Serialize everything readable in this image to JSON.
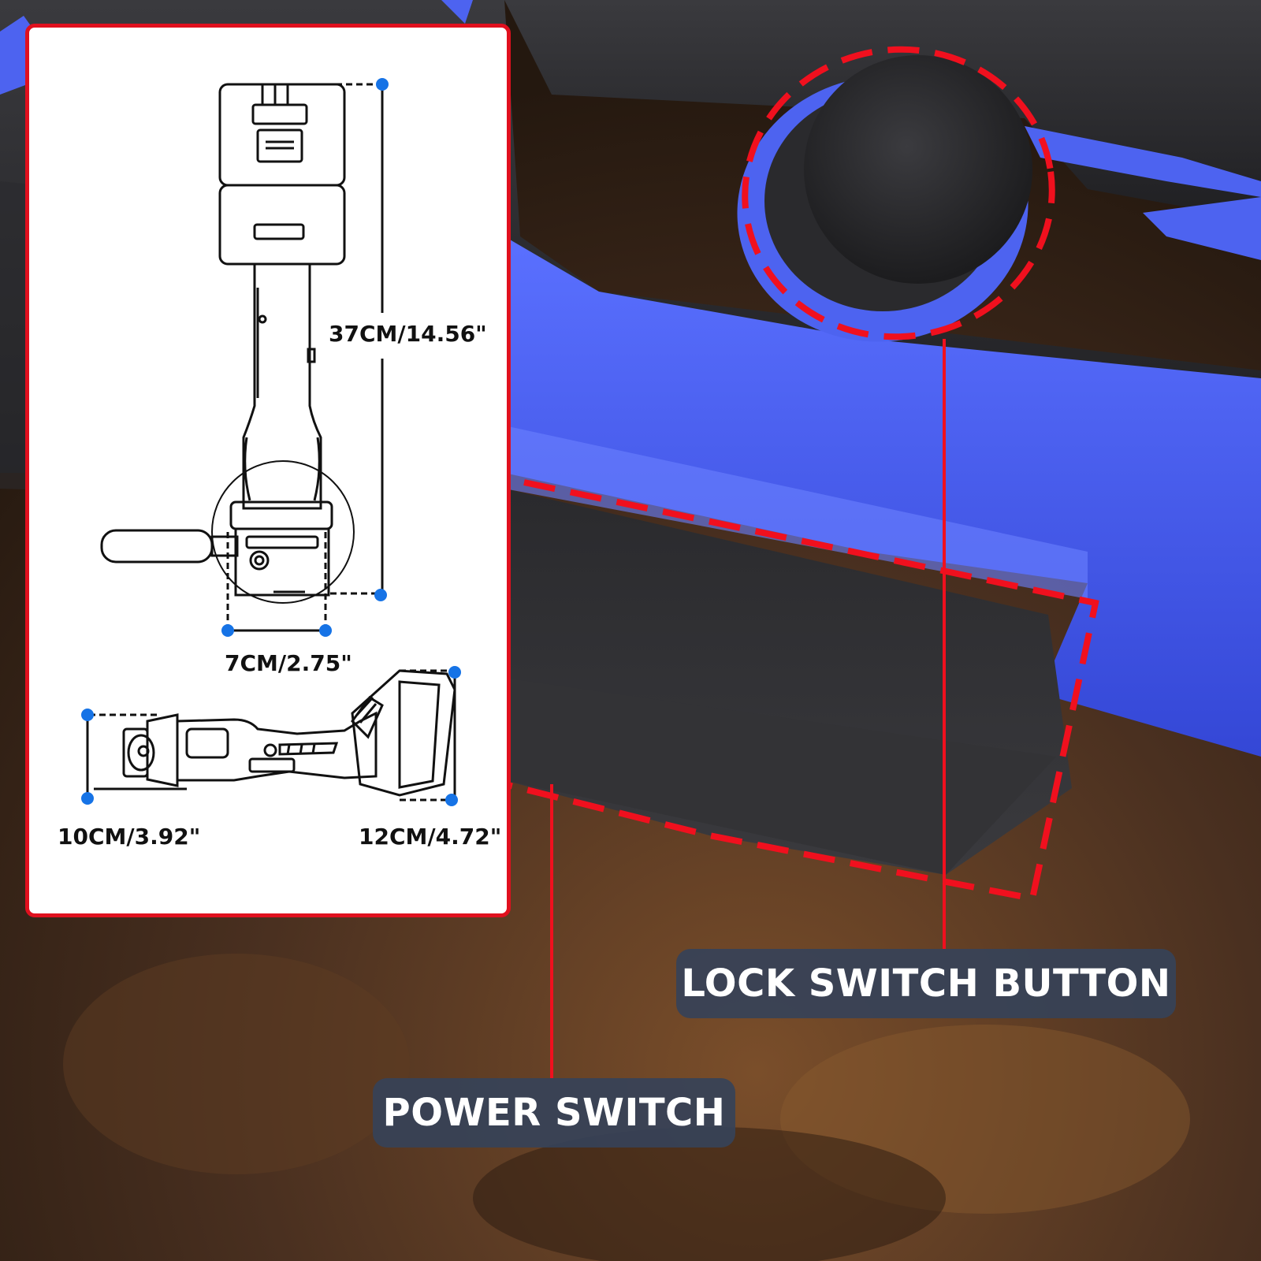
{
  "callouts": {
    "lock_switch": "LOCK SWITCH BUTTON",
    "power_switch": "POWER SWITCH"
  },
  "dimensions": {
    "height": "37CM/14.56\"",
    "width": "7CM/2.75\"",
    "front_length": "10CM/3.92\"",
    "back_length": "12CM/4.72\""
  },
  "colors": {
    "tool_blue": "#4d63f0",
    "tool_black": "#2b2b2e",
    "highlight_red": "#f0101e",
    "dimension_dot": "#1673e6",
    "callout_bg": "#364258"
  },
  "icons": {
    "lock_button": "lock-switch-button-icon",
    "power_switch": "power-switch-paddle-icon",
    "grinder_top_view": "angle-grinder-top-view-icon",
    "grinder_side_view": "angle-grinder-side-view-icon"
  }
}
